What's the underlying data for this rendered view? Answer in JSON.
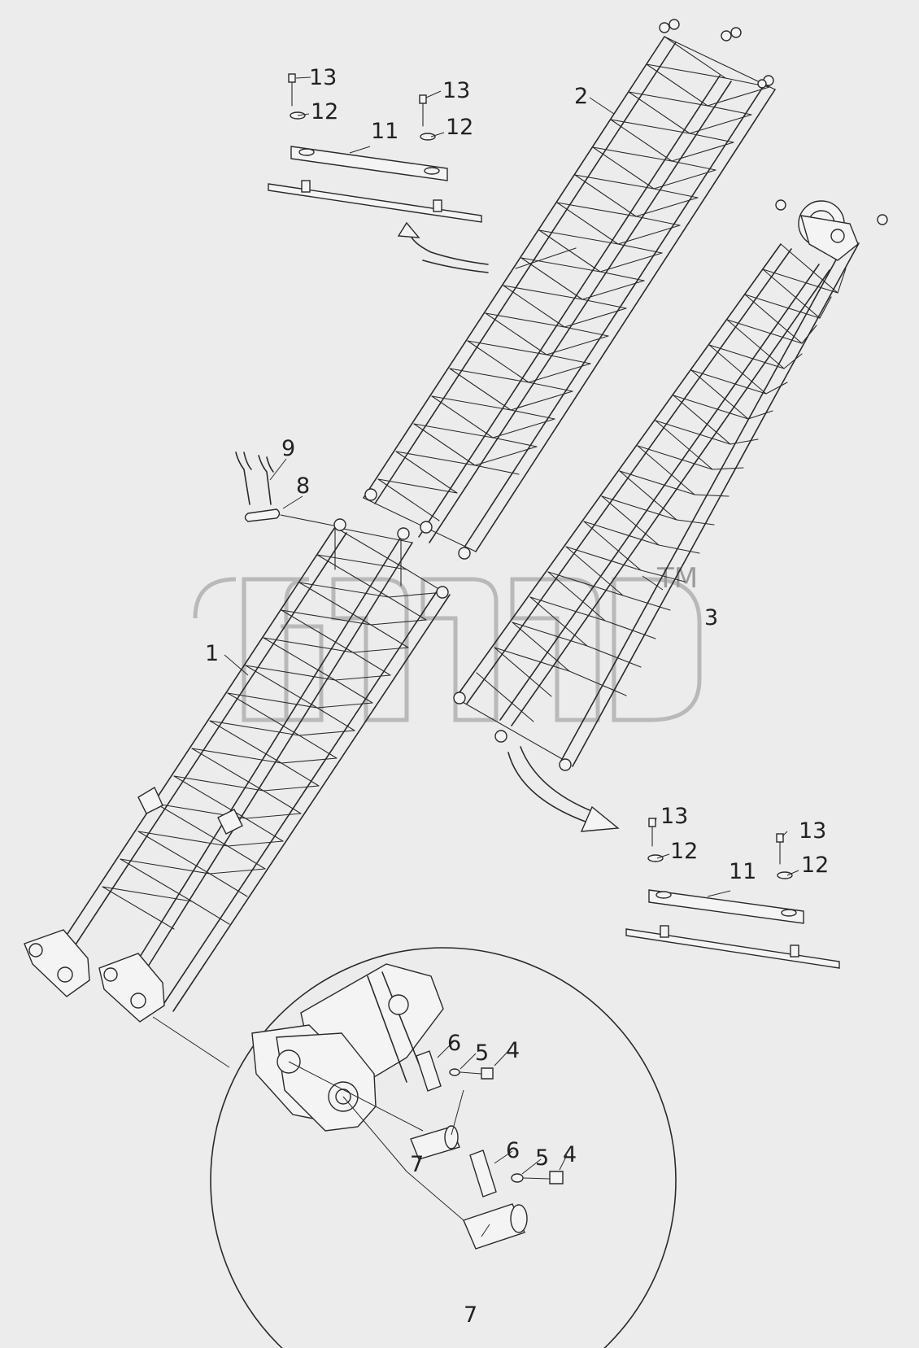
{
  "watermark": {
    "text": "ТМ"
  },
  "callouts": {
    "n1": "1",
    "n2": "2",
    "n3": "3",
    "n4a": "4",
    "n4b": "4",
    "n5a": "5",
    "n5b": "5",
    "n6a": "6",
    "n6b": "6",
    "n7a": "7",
    "n7b": "7",
    "n8": "8",
    "n9": "9",
    "n11a": "11",
    "n11b": "11",
    "n12a": "12",
    "n12b": "12",
    "n12c": "12",
    "n12d": "12",
    "n13a": "13",
    "n13b": "13",
    "n13c": "13",
    "n13d": "13"
  }
}
